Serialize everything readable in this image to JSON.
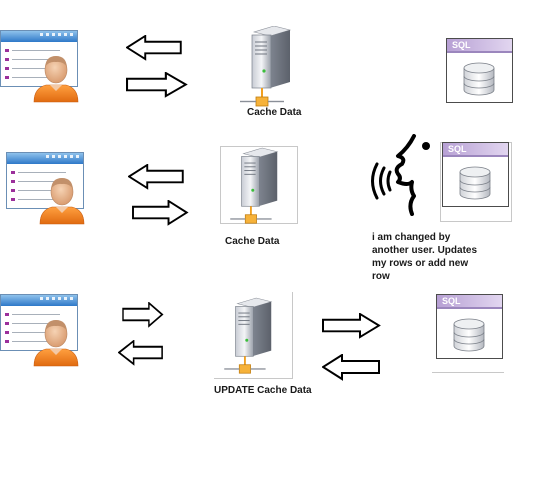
{
  "rows": [
    {
      "server_label": "Cache Data"
    },
    {
      "server_label": "Cache Data"
    },
    {
      "server_label": "UPDATE Cache Data"
    }
  ],
  "db_label": "SQL",
  "speech_note": [
    "i am changed by",
    "another user. Updates",
    "my rows or add new",
    "row"
  ]
}
